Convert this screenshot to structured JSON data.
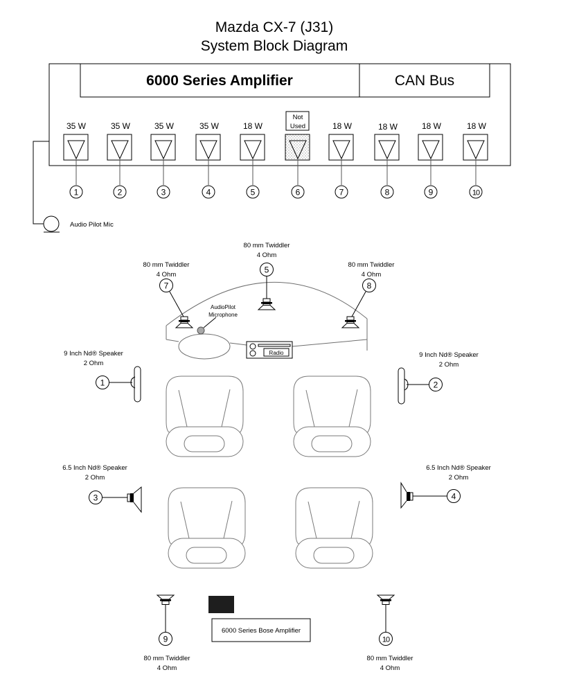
{
  "title": {
    "line1": "Mazda CX-7 (J31)",
    "line2": "System Block Diagram"
  },
  "amplifier": {
    "label": "6000 Series Amplifier",
    "can_bus_label": "CAN Bus",
    "channels": [
      {
        "number": "1",
        "power": "35 W",
        "used": true
      },
      {
        "number": "2",
        "power": "35 W",
        "used": true
      },
      {
        "number": "3",
        "power": "35 W",
        "used": true
      },
      {
        "number": "4",
        "power": "35 W",
        "used": true
      },
      {
        "number": "5",
        "power": "18 W",
        "used": true
      },
      {
        "number": "6",
        "power": "Not Used",
        "power_line1": "Not",
        "power_line2": "Used",
        "used": false
      },
      {
        "number": "7",
        "power": "18 W",
        "used": true
      },
      {
        "number": "8",
        "power": "18 W",
        "used": true
      },
      {
        "number": "9",
        "power": "18 W",
        "used": true
      },
      {
        "number": "10",
        "power": "18 W",
        "used": true
      }
    ]
  },
  "mic": {
    "label": "Audio Pilot Mic",
    "cabin_label_line1": "AudioPilot",
    "cabin_label_line2": "Microphone"
  },
  "radio": {
    "label": "Radio"
  },
  "speakers": [
    {
      "number": "1",
      "name": "9 Inch Nd® Speaker",
      "impedance": "2 Ohm",
      "position": "front-left door"
    },
    {
      "number": "2",
      "name": "9 Inch Nd® Speaker",
      "impedance": "2 Ohm",
      "position": "front-right door"
    },
    {
      "number": "3",
      "name": "6.5 Inch Nd® Speaker",
      "impedance": "2 Ohm",
      "position": "rear-left door"
    },
    {
      "number": "4",
      "name": "6.5 Inch Nd® Speaker",
      "impedance": "2 Ohm",
      "position": "rear-right door"
    },
    {
      "number": "5",
      "name": "80 mm Twiddler",
      "impedance": "4 Ohm",
      "position": "dash center"
    },
    {
      "number": "7",
      "name": "80 mm Twiddler",
      "impedance": "4 Ohm",
      "position": "dash left"
    },
    {
      "number": "8",
      "name": "80 mm Twiddler",
      "impedance": "4 Ohm",
      "position": "dash right"
    },
    {
      "number": "9",
      "name": "80 mm Twiddler",
      "impedance": "4 Ohm",
      "position": "rear left"
    },
    {
      "number": "10",
      "name": "80 mm Twiddler",
      "impedance": "4 Ohm",
      "position": "rear right"
    }
  ],
  "bose_amp": {
    "label": "6000 Series Bose Amplifier"
  },
  "colors": {
    "line": "#000000",
    "seat": "#7a7a7a",
    "mic_fill": "#a8a8a8",
    "amp_block": "#1e1e1e"
  }
}
